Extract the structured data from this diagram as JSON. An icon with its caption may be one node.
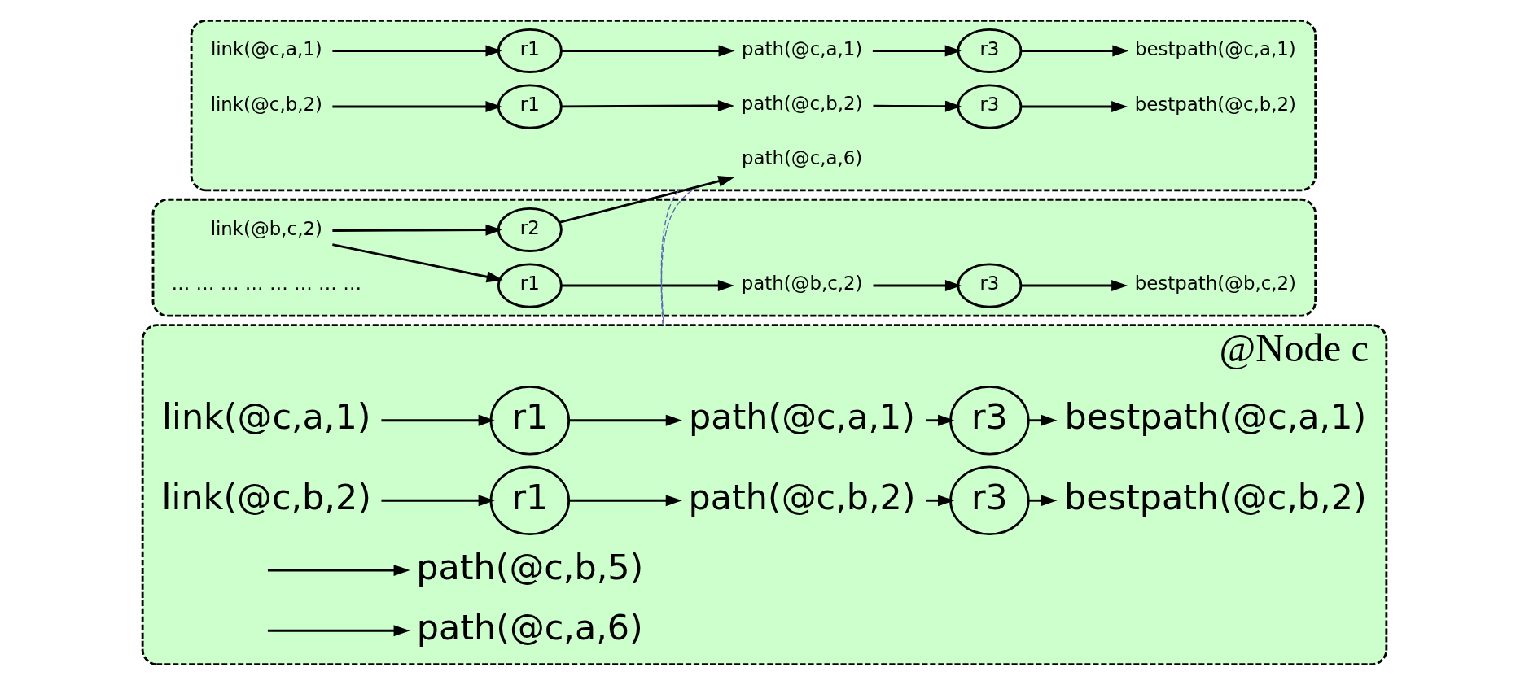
{
  "diagram": {
    "nodes": [
      {
        "text": [
          "@Node c"
        ]
      },
      {
        "text": [
          "path(@c,b,5)"
        ],
        "in": 0
      },
      {
        "text": [
          "path(@c,a,6)"
        ],
        "in": 0
      },
      {
        "text": [
          "link(@c,a,1)"
        ],
        "in": 0
      },
      {
        "text": [
          "r1"
        ],
        "in": 0
      },
      {
        "text": [
          "path(@c,a,1)"
        ],
        "in": 0
      },
      {
        "text": [
          "r3"
        ],
        "in": 0
      },
      {
        "text": [
          "bestpath(@c,a,1)"
        ],
        "in": 0
      },
      {
        "text": [
          "link(@c,b,2)"
        ],
        "in": 0
      },
      {
        "text": [
          "r1"
        ],
        "in": 0
      },
      {
        "text": [
          "path(@c,b,2)"
        ],
        "in": 0
      },
      {
        "text": [
          "r3"
        ],
        "in": 0
      },
      {
        "text": [
          "bestpath(@c,b,2)"
        ],
        "in": 0
      },
      {
        "text": [],
        "shape": "box"
      },
      {
        "text": [
          "link(@b,c,2)"
        ],
        "in": 13
      },
      {
        "text": [
          "r1"
        ],
        "in": 13
      },
      {
        "text": [
          "path(@b,c,2)"
        ],
        "in": 13
      },
      {
        "text": [
          "r3"
        ],
        "in": 13
      },
      {
        "text": [
          "bestpath(@b,c,2)"
        ],
        "in": 13
      },
      {
        "text": [
          "r2"
        ],
        "in": 13
      },
      {
        "text": [],
        "shape": "box"
      },
      {
        "text": [
          "path(@c,a,6)"
        ],
        "in": 20
      },
      {
        "text": [
          "link(@c,a,1)"
        ],
        "in": 20
      },
      {
        "text": [
          "r1"
        ],
        "in": 20
      },
      {
        "text": [
          "path(@c,a,1)"
        ],
        "in": 20
      },
      {
        "text": [
          "r3"
        ],
        "in": 20
      },
      {
        "text": [
          "bestpath(@c,a,1)"
        ],
        "in": 20
      },
      {
        "text": [
          "link(@c,b,2)"
        ],
        "in": 20
      },
      {
        "text": [
          "r1"
        ],
        "in": 20
      },
      {
        "text": [
          "path(@c,b,2)"
        ],
        "in": 20
      },
      {
        "text": [
          "r3"
        ],
        "in": 20
      },
      {
        "text": [
          "bestpath(@c,b,2)"
        ],
        "in": 20
      }
    ],
    "edges": [
      {
        "from": null,
        "to": 1,
        "arrow": "to"
      },
      {
        "from": null,
        "to": 2,
        "arrow": "to"
      },
      {
        "from": 3,
        "to": 4,
        "arrow": "to"
      },
      {
        "from": 4,
        "to": 5,
        "arrow": "to"
      },
      {
        "from": 5,
        "to": 6,
        "arrow": "to"
      },
      {
        "from": 6,
        "to": 7,
        "arrow": "to"
      },
      {
        "from": 8,
        "to": 9,
        "arrow": "to"
      },
      {
        "from": 9,
        "to": 10,
        "arrow": "to"
      },
      {
        "from": 10,
        "to": 11,
        "arrow": "to"
      },
      {
        "from": 11,
        "to": 12,
        "arrow": "to"
      },
      {
        "from": 14,
        "to": 19,
        "arrow": "to"
      },
      {
        "from": 19,
        "to": 21,
        "arrow": "to"
      },
      {
        "from": 14,
        "to": 15,
        "arrow": "to"
      },
      {
        "from": 15,
        "to": 16,
        "arrow": "to"
      },
      {
        "from": 16,
        "to": 17,
        "arrow": "to"
      },
      {
        "from": 17,
        "to": 18,
        "arrow": "to"
      },
      {
        "from": 22,
        "to": 23,
        "arrow": "to"
      },
      {
        "from": 23,
        "to": 24,
        "arrow": "to"
      },
      {
        "from": 24,
        "to": 25,
        "arrow": "to"
      },
      {
        "from": 25,
        "to": 26,
        "arrow": "to"
      },
      {
        "from": 27,
        "to": 28,
        "arrow": "to"
      },
      {
        "from": 28,
        "to": 29,
        "arrow": "to"
      },
      {
        "from": 29,
        "to": 30,
        "arrow": "to"
      },
      {
        "from": 30,
        "to": 31,
        "arrow": "to"
      },
      {
        "from": 20,
        "to": 0,
        "arrow": "none",
        "style": "dashed",
        "color": "#5c6bb0"
      },
      {
        "from": 20,
        "to": 0,
        "arrow": "none",
        "style": "dashed",
        "color": "#5c6bb0"
      }
    ],
    "labels": [
      "… … … … … … … …"
    ]
  }
}
